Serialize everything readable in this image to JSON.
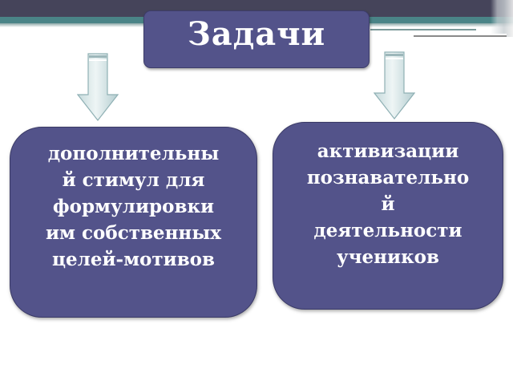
{
  "slide": {
    "title": "Задачи",
    "colors": {
      "header_band": "#45445a",
      "teal_band": "#4a8487",
      "box_fill": "#53538a",
      "arrow_fill": "#d4e4e6",
      "arrow_stroke": "#8fb0b4",
      "text": "#ffffff"
    },
    "arrows": [
      {
        "direction": "down",
        "icon": "arrow-down-icon"
      },
      {
        "direction": "down",
        "icon": "arrow-down-icon"
      }
    ],
    "cards": [
      {
        "text": "дополнительны\nй стимул для\nформулировки\nим собственных\nцелей-мотивов"
      },
      {
        "text": "активизации\nпознавательно\nй\nдеятельности\nучеников"
      }
    ]
  }
}
